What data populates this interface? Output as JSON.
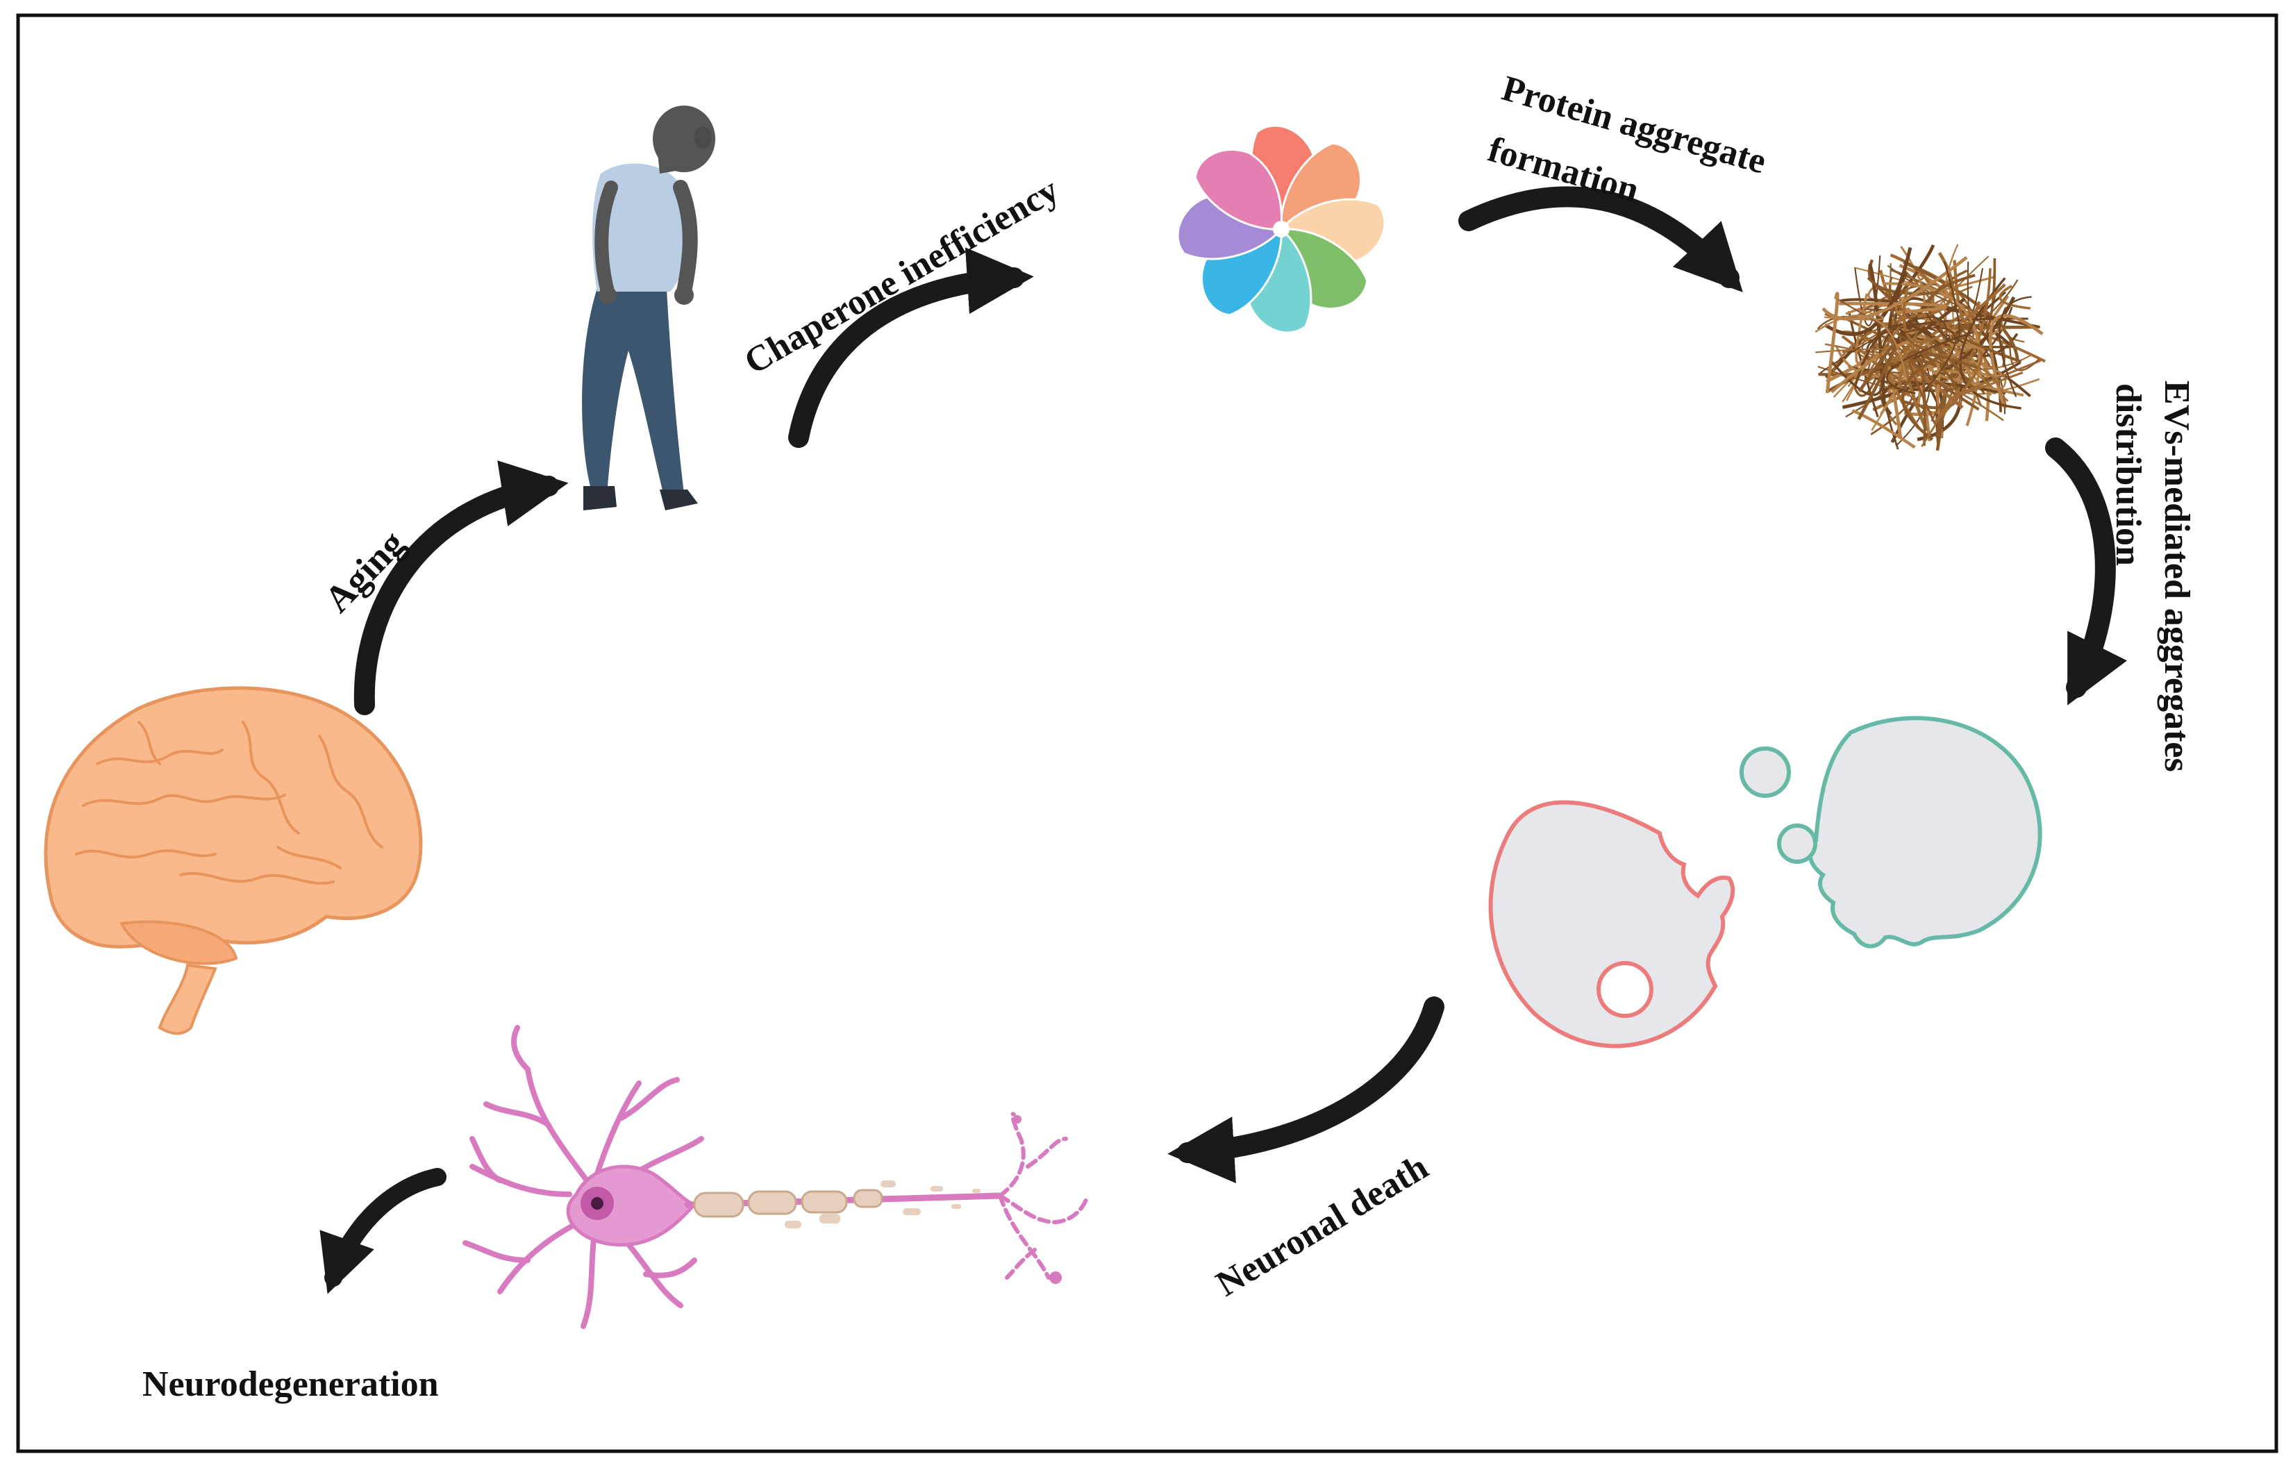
{
  "diagram": {
    "steps": {
      "aging": "Aging",
      "chaperone": "Chaperone inefficiency",
      "aggregate_line1": "Protein aggregate",
      "aggregate_line2": "formation",
      "evs_line1": "EVs-mediated aggregates",
      "evs_line2": "distribution",
      "neuronal_death": "Neuronal death",
      "neurodegeneration": "Neurodegeneration"
    },
    "colors": {
      "arrow": "#1a1a1a",
      "brain": "#f9b98a",
      "brain_outline": "#e8955d",
      "skin": "#555555",
      "shirt": "#b9cde3",
      "pants": "#3d5670",
      "fibril": "#8a5a2b",
      "cell_red": "#ec7c7c",
      "cell_teal": "#66b9a6",
      "cell_fill": "#e5e7ea",
      "neuron": "#d87ac0",
      "neuron_body": "#e49ad0",
      "axon_sheath": "#e6d0bd"
    },
    "icons": [
      "brain-icon",
      "elderly-person-icon",
      "chaperone-protein-icon",
      "protein-aggregate-icon",
      "extracellular-vesicle-icon",
      "neuron-icon"
    ]
  }
}
